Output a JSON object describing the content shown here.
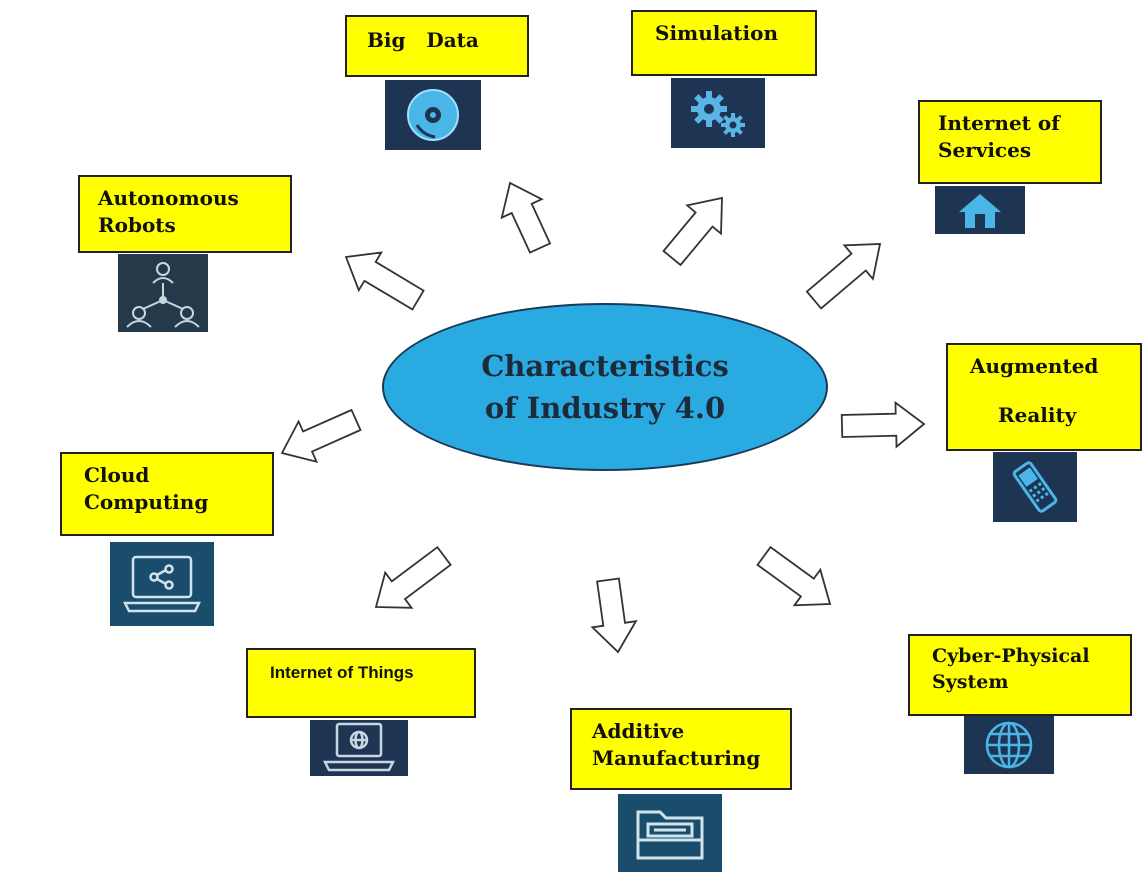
{
  "center": {
    "line1": "Characteristics",
    "line2": "of Industry 4.0"
  },
  "nodes": {
    "big_data": {
      "lines": [
        "Big   Data"
      ],
      "icon": "disc-icon"
    },
    "simulation": {
      "lines": [
        "Simulation"
      ],
      "icon": "gears-icon"
    },
    "internet_of_services": {
      "lines": [
        "Internet of",
        "Services"
      ],
      "icon": "home-icon"
    },
    "autonomous_robots": {
      "lines": [
        "Autonomous",
        "Robots"
      ],
      "icon": "people-network-icon"
    },
    "augmented_reality": {
      "lines": [
        "Augmented",
        "Reality"
      ],
      "icon": "mobile-phone-icon"
    },
    "cloud_computing": {
      "lines": [
        "Cloud",
        "Computing"
      ],
      "icon": "laptop-share-icon"
    },
    "internet_of_things": {
      "lines": [
        "Internet of Things"
      ],
      "icon": "laptop-globe-icon"
    },
    "additive_manufacturing": {
      "lines": [
        "Additive",
        "Manufacturing"
      ],
      "icon": "folder-icon"
    },
    "cyber_physical_system": {
      "lines": [
        "Cyber-Physical",
        "System"
      ],
      "icon": "globe-icon"
    }
  },
  "colors": {
    "box_fill": "#ffff00",
    "center_fill": "#29abe2",
    "icon_bg": "#0f3a5f"
  }
}
